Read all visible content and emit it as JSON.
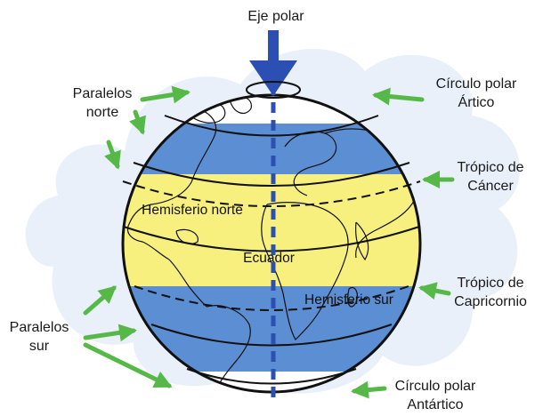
{
  "labels": {
    "polar_axis": "Eje polar",
    "arctic_circle": [
      "Círculo polar",
      "Ártico"
    ],
    "tropic_cancer": [
      "Trópico de",
      "Cáncer"
    ],
    "tropic_capricorn": [
      "Trópico de",
      "Capricornio"
    ],
    "antarctic_circle": [
      "Círculo polar",
      "Antártico"
    ],
    "north_parallels": [
      "Paralelos",
      "norte"
    ],
    "south_parallels": [
      "Paralelos",
      "sur"
    ],
    "north_hemisphere": "Hemisferio norte",
    "equator": "Ecuador",
    "south_hemisphere": "Hemisferio sur"
  },
  "colors": {
    "ocean_band": "#5b8ed2",
    "tropics_band": "#f7f07e",
    "polar_cap": "#ffffff",
    "arrow": "#56b947",
    "axis": "#2b4fb2",
    "outline": "#111111",
    "cloud": "#e9f0fa"
  },
  "icons": [
    "polar-axis-arrow-icon",
    "green-pointer-arrow-icon"
  ]
}
